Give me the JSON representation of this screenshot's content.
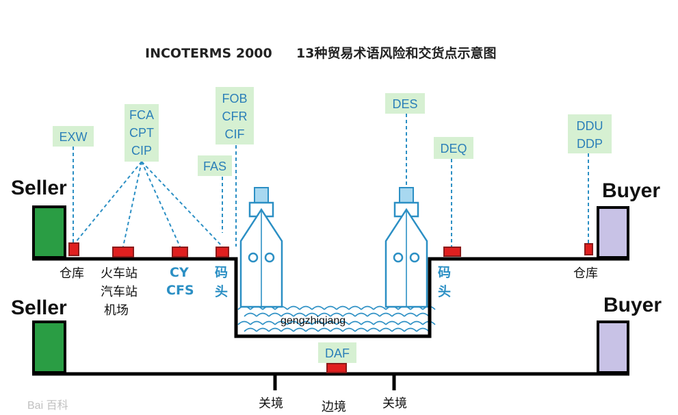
{
  "title": {
    "left": "INCOTERMS 2000",
    "right": "13种贸易术语风险和交货点示意图"
  },
  "parties": {
    "seller_top": "Seller",
    "buyer_top": "Buyer",
    "seller_bottom": "Seller",
    "buyer_bottom": "Buyer"
  },
  "terms": {
    "exw": "EXW",
    "fca": "FCA",
    "cpt": "CPT",
    "cip": "CIP",
    "fas": "FAS",
    "fob": "FOB",
    "cfr": "CFR",
    "cif": "CIF",
    "des": "DES",
    "deq": "DEQ",
    "ddu": "DDU",
    "ddp": "DDP",
    "daf": "DAF"
  },
  "places": {
    "warehouse_seller": "仓库",
    "station_line1": "火车站",
    "station_line2": "汽车站",
    "station_line3": "机场",
    "cy": "CY",
    "cfs": "CFS",
    "wharf_seller_1": "码",
    "wharf_seller_2": "头",
    "wharf_buyer_1": "码",
    "wharf_buyer_2": "头",
    "warehouse_buyer": "仓库",
    "customs_left": "关境",
    "border": "边境",
    "customs_right": "关境"
  },
  "river_label": "gengzhiqiang",
  "watermark": "Bai 百科",
  "colors": {
    "seller": "#2a9d44",
    "buyer": "#c8c2e6",
    "tag_bg": "#d6f0d2",
    "term_text": "#2b7fb8",
    "leader": "#2b8fc4",
    "delivery_mark": "#e02020"
  }
}
